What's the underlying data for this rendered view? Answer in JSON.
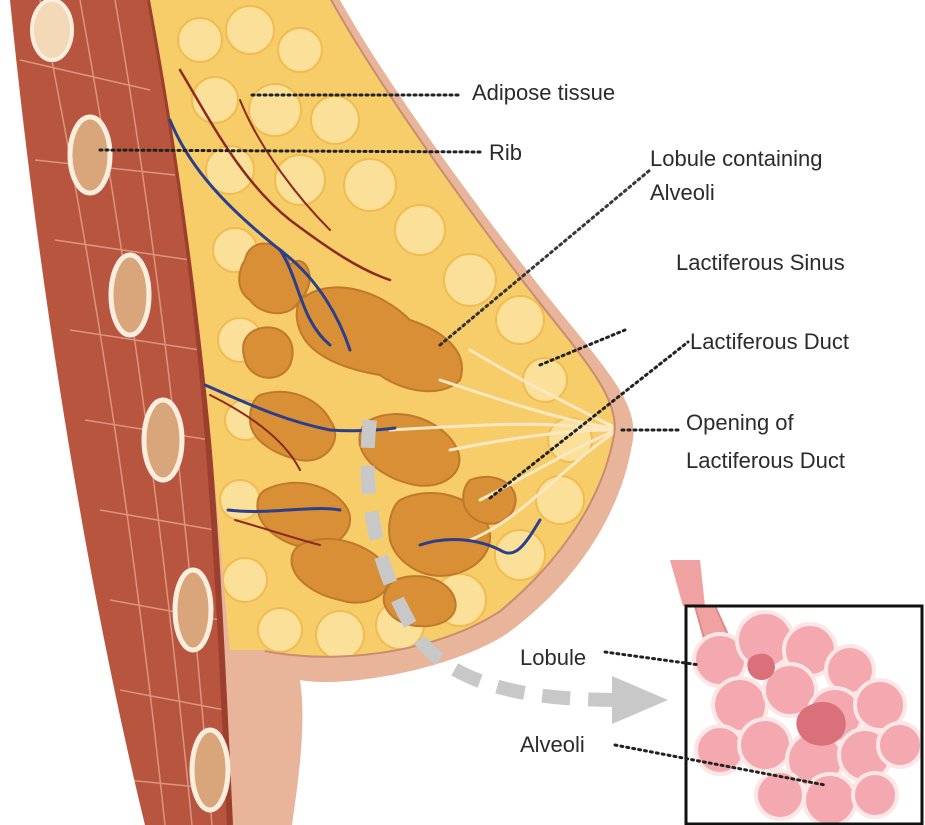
{
  "labels": {
    "adipose": "Adipose tissue",
    "rib": "Rib",
    "lobule_line1": "Lobule containing",
    "lobule_line2": "Alveoli",
    "sinus": "Lactiferous Sinus",
    "duct": "Lactiferous Duct",
    "opening_line1": "Opening of",
    "opening_line2": "Lactiferous Duct",
    "inset_lobule": "Lobule",
    "inset_alveoli": "Alveoli"
  },
  "colors": {
    "muscle": "#b8553f",
    "muscle_dark": "#9c3f2e",
    "skin": "#e8b49a",
    "fat": "#f7cd6a",
    "gland": "#d98f35",
    "vein": "#2c3f8a",
    "artery": "#8c2a22",
    "alveoli": "#f4a9b0",
    "inset_frame": "#111111",
    "arrow": "#c8c8c8"
  }
}
